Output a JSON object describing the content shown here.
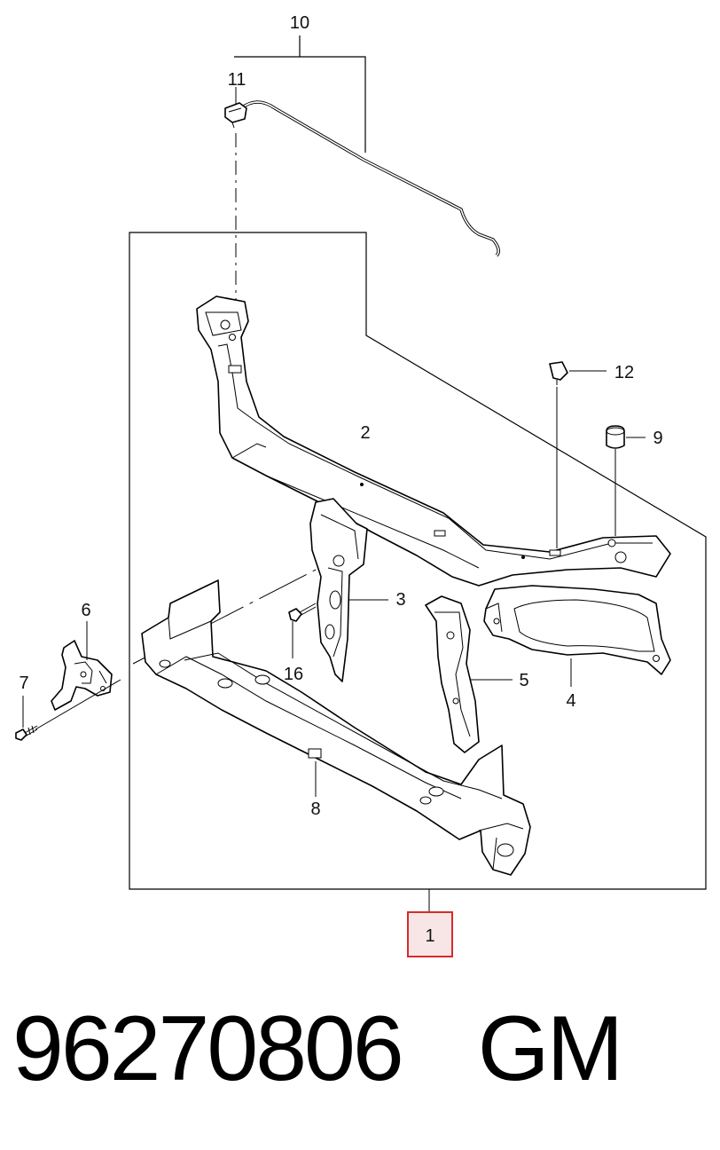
{
  "part_number": "96270806",
  "brand": "GM",
  "callouts": {
    "c1": "1",
    "c2": "2",
    "c3": "3",
    "c4": "4",
    "c5": "5",
    "c6": "6",
    "c7": "7",
    "c8": "8",
    "c9": "9",
    "c10": "10",
    "c11": "11",
    "c12": "12",
    "c16": "16"
  },
  "colors": {
    "highlight": "#d62b2b",
    "line": "#000000"
  }
}
